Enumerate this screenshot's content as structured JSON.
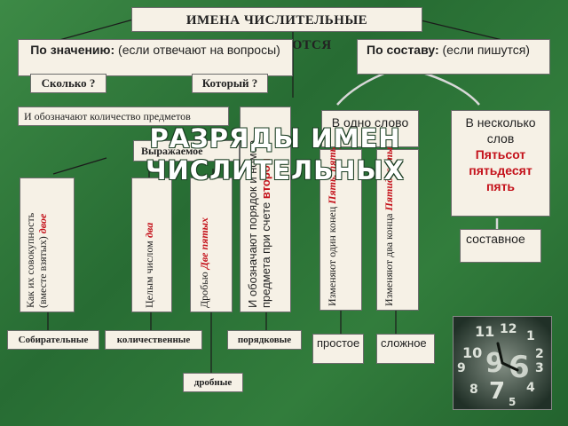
{
  "header": {
    "title": "ИМЕНА ЧИСЛИТЕЛЬНЫЕ РАЗЛИЧАЮТСЯ"
  },
  "overlay_title": {
    "line1": "РАЗРЯДЫ ИМЕН",
    "line2": "ЧИСЛИТЕЛЬНЫХ"
  },
  "by_meaning": {
    "label": "По значению:",
    "note": "(если отвечают на вопросы)"
  },
  "by_composition": {
    "label": "По составу:",
    "note": "(если пишутся)"
  },
  "questions": {
    "how_many": "Сколько ?",
    "which": "Который ?"
  },
  "quantity_note": "И обозначают количество предметов",
  "expressed": "Выражаемое",
  "columns": {
    "collective": {
      "text": "Как их совокупность (вместе взятых)",
      "example": "двое"
    },
    "whole": {
      "text": "Целым числом",
      "example": "два"
    },
    "fraction": {
      "text": "Дробью",
      "example": "Две пятых"
    },
    "ordinal": {
      "text": "И обозначают порядок и номер предмета при счете",
      "example": "второй"
    },
    "one_word": {
      "text": "Изменяют один конец",
      "example": "Пять, пятый"
    },
    "two_words": {
      "text": "Изменяют два конца",
      "example": "Пятидесятый"
    }
  },
  "composition": {
    "single": "В одно слово",
    "multi_label": "В несколько слов",
    "multi_example": "Пятьсот пятьдесят пять",
    "compound": "составное"
  },
  "bottom": {
    "collective": "Собирательные",
    "quantitative": "количественные",
    "ordinal": "порядковые",
    "simple": "простое",
    "complex": "сложное",
    "fractional": "дробные"
  },
  "colors": {
    "accent": "#c4121b",
    "background": "#2f7a3a",
    "box": "#f6f1e6"
  },
  "icons": {
    "numbers_picture": "numbers-clock-icon"
  }
}
